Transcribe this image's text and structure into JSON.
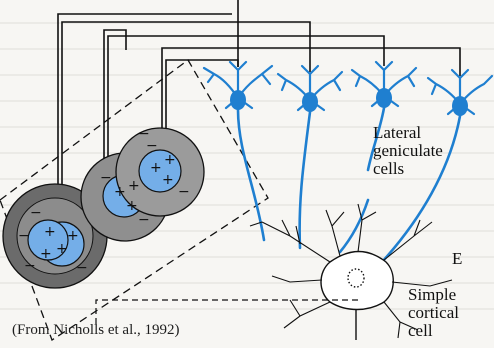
{
  "diagram": {
    "labels": {
      "lgn_line1": "Lateral",
      "lgn_line2": "geniculate",
      "lgn_line3": "cells",
      "e": "E",
      "simple_line1": "Simple",
      "simple_line2": "cortical",
      "simple_line3": "cell",
      "source": "(From Nicholls et al., 1992)"
    },
    "receptive_fields": [
      {
        "center": "+",
        "surround": "−"
      },
      {
        "center": "+",
        "surround": "−"
      },
      {
        "center": "+",
        "surround": "−"
      },
      {
        "center": "+",
        "surround": "−"
      }
    ],
    "colors": {
      "neuron": "#1f7fd0",
      "center": "#74aee8",
      "surround_dark": "#5a5a5a",
      "surround_light": "#9a9a9a",
      "lines": "#111111"
    }
  }
}
